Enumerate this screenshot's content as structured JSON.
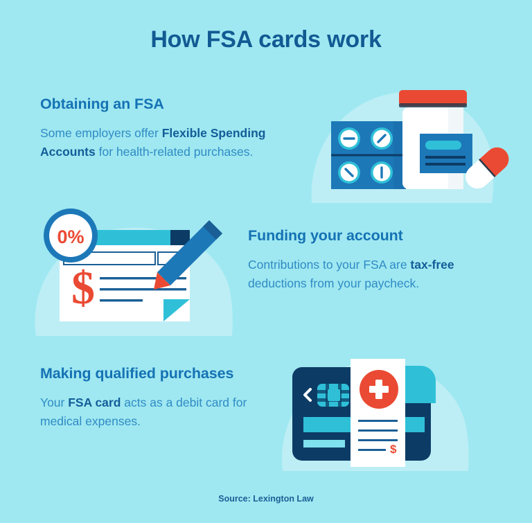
{
  "page": {
    "title": "How FSA cards work",
    "background_color": "#9fe8f1",
    "blob_color": "#bdeef5",
    "footer": "Source: Lexington Law"
  },
  "colors": {
    "title_navy": "#125a93",
    "heading_blue": "#1572b4",
    "body_blue": "#2f8bc4",
    "bold_blue": "#135d99",
    "red": "#ea4a33",
    "teal": "#2fc0d8",
    "dark_navy": "#0c3c66",
    "mid_blue": "#1d78b8",
    "white": "#ffffff"
  },
  "sections": [
    {
      "id": "section-1",
      "heading": "Obtaining an FSA",
      "body_parts": [
        {
          "text": "Some employers offer ",
          "bold": false
        },
        {
          "text": "Flexible Spending Accounts",
          "bold": true
        },
        {
          "text": " for health-related purchases.",
          "bold": false
        }
      ],
      "illustration": "pill-bottle-blister-pack-illustration"
    },
    {
      "id": "section-2",
      "heading": "Funding your account",
      "body_parts": [
        {
          "text": "Contributions to your FSA are ",
          "bold": false
        },
        {
          "text": "tax-free",
          "bold": true
        },
        {
          "text": " deductions from your paycheck.",
          "bold": false
        }
      ],
      "illustration": "check-with-pen-illustration"
    },
    {
      "id": "section-3",
      "heading": "Making qualified purchases",
      "body_parts": [
        {
          "text": "Your ",
          "bold": false
        },
        {
          "text": "FSA card",
          "bold": true
        },
        {
          "text": " acts as a debit card for medical expenses.",
          "bold": false
        }
      ],
      "illustration": "debit-card-receipt-illustration"
    }
  ],
  "illustration_labels": {
    "badge_percent": "0%",
    "dollar_sign": "$",
    "receipt_dollar_sign": "$"
  }
}
